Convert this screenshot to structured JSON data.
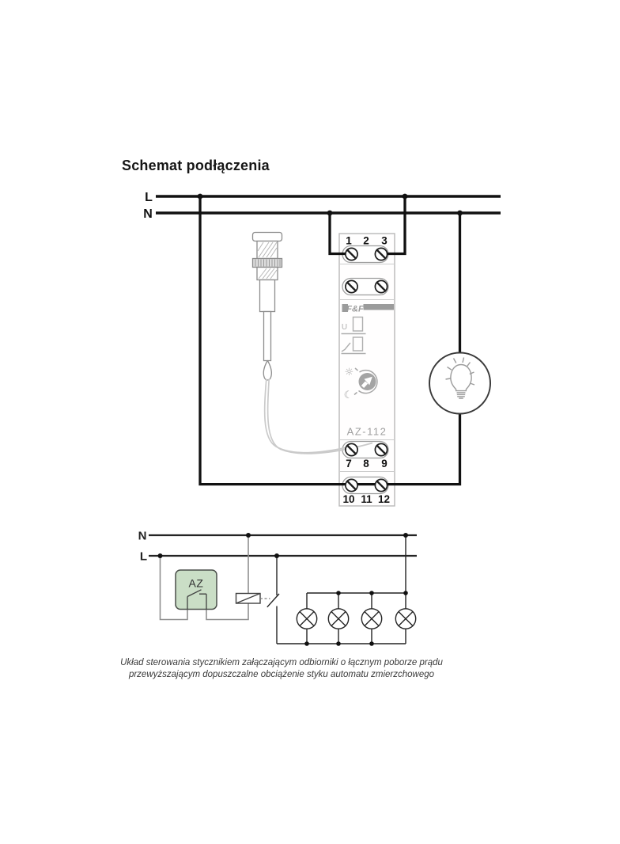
{
  "title": "Schemat podłączenia",
  "upper_diagram": {
    "l_label": "L",
    "n_label": "N",
    "device": {
      "brand": "F&F",
      "model": "AZ-112",
      "indicator_u": "U",
      "top_terminals": [
        "1",
        "2",
        "3"
      ],
      "sensor_terminals": [
        "7",
        "8",
        "9"
      ],
      "output_terminals": [
        "10",
        "11",
        "12"
      ]
    },
    "icons": {
      "sun": "☼",
      "moon": "☾"
    }
  },
  "lower_diagram": {
    "n_label": "N",
    "l_label": "L",
    "az_label": "AZ"
  },
  "caption_line1": "Układ sterowania stycznikiem załączającym odbiorniki o łącznym poborze prądu",
  "caption_line2": "przewyższającym dopuszczalne obciążenie styku automatu zmierzchowego",
  "colors": {
    "wire": "#111111",
    "device_outline": "#b8b8b8",
    "device_print": "#9b9b9b",
    "az_box_fill": "#cadec6",
    "control_wire": "#8f8f8f"
  }
}
